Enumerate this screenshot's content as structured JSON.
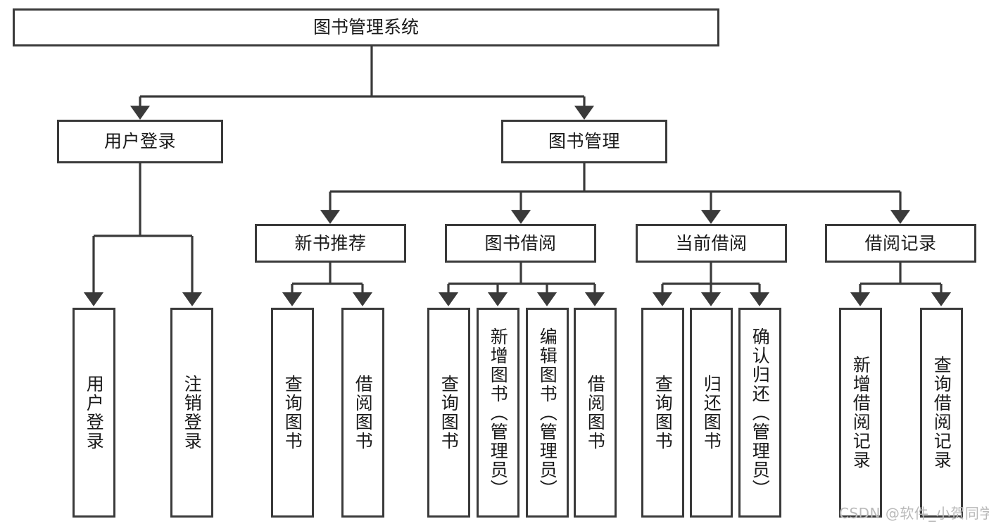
{
  "diagram": {
    "title": "图书管理系统",
    "watermark": "CSDN @软件_小贺同学",
    "line_color": "#3a3a3a",
    "box_fill": "#ffffff",
    "text_color": "#1a1a1a",
    "watermark_color": "#b9b9b9",
    "type": "tree-hierarchy",
    "root": {
      "id": "root",
      "label": "图书管理系统"
    },
    "level2": [
      {
        "id": "user-login",
        "label": "用户登录"
      },
      {
        "id": "book-manage",
        "label": "图书管理"
      }
    ],
    "level3": [
      {
        "id": "new-book-rec",
        "label": "新书推荐",
        "parent": "book-manage"
      },
      {
        "id": "book-borrow",
        "label": "图书借阅",
        "parent": "book-manage"
      },
      {
        "id": "current-borrow",
        "label": "当前借阅",
        "parent": "book-manage"
      },
      {
        "id": "borrow-record",
        "label": "借阅记录",
        "parent": "book-manage"
      }
    ],
    "leaves": [
      {
        "id": "leaf-user-login",
        "label": "用户登录",
        "parent": "user-login"
      },
      {
        "id": "leaf-logout-login",
        "label": "注销登录",
        "parent": "user-login"
      },
      {
        "id": "leaf-query-book-1",
        "label": "查询图书",
        "parent": "new-book-rec"
      },
      {
        "id": "leaf-borrow-book-1",
        "label": "借阅图书",
        "parent": "new-book-rec"
      },
      {
        "id": "leaf-query-book-2",
        "label": "查询图书",
        "parent": "book-borrow"
      },
      {
        "id": "leaf-add-book",
        "label": "新增图书（管理员）",
        "parent": "book-borrow"
      },
      {
        "id": "leaf-edit-book",
        "label": "编辑图书（管理员）",
        "parent": "book-borrow"
      },
      {
        "id": "leaf-borrow-book-2",
        "label": "借阅图书",
        "parent": "book-borrow"
      },
      {
        "id": "leaf-query-book-3",
        "label": "查询图书",
        "parent": "current-borrow"
      },
      {
        "id": "leaf-return-book",
        "label": "归还图书",
        "parent": "current-borrow"
      },
      {
        "id": "leaf-confirm-return",
        "label": "确认归还（管理员）",
        "parent": "current-borrow"
      },
      {
        "id": "leaf-add-record",
        "label": "新增借阅记录",
        "parent": "borrow-record"
      },
      {
        "id": "leaf-query-record",
        "label": "查询借阅记录",
        "parent": "borrow-record"
      }
    ]
  }
}
